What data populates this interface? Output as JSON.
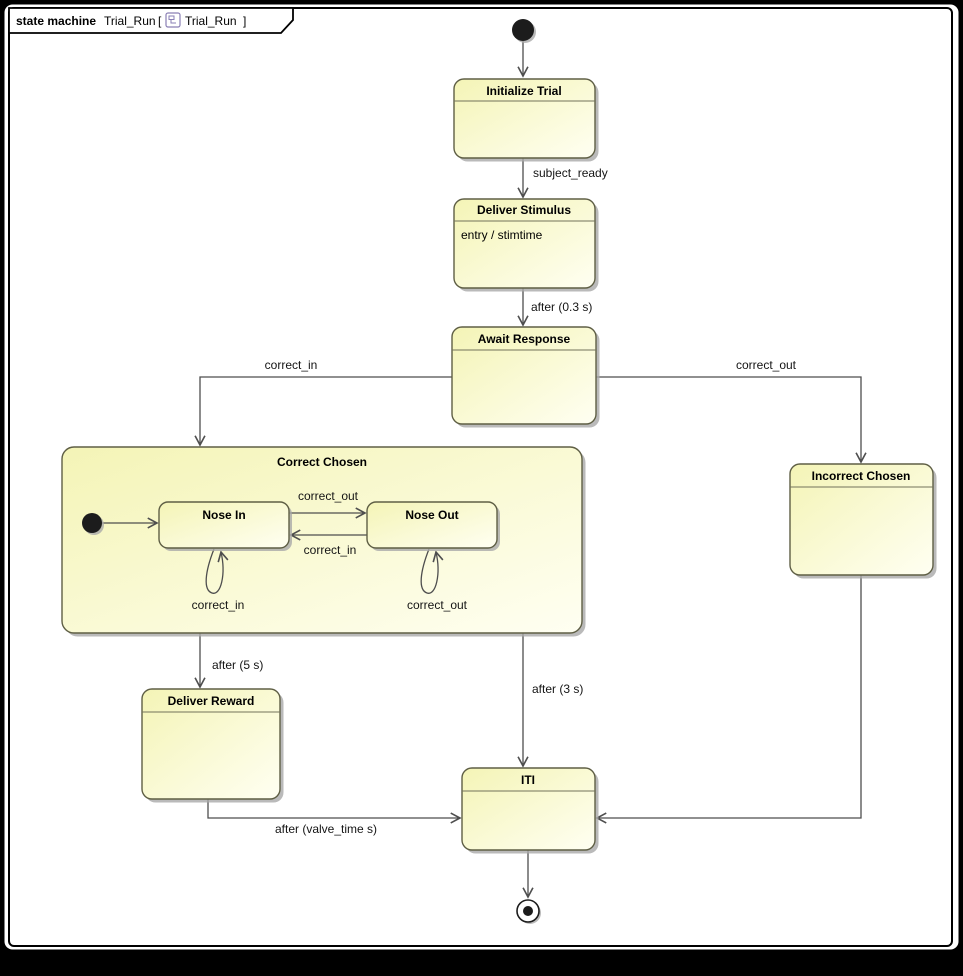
{
  "frame": {
    "keyword": "state machine",
    "name": "Trial_Run",
    "bracket_open": "[",
    "diagram_name": "Trial_Run",
    "bracket_close": "]"
  },
  "states": {
    "initialize_trial": {
      "title": "Initialize Trial"
    },
    "deliver_stimulus": {
      "title": "Deliver Stimulus",
      "entry_action": "entry / stimtime"
    },
    "await_response": {
      "title": "Await Response"
    },
    "correct_chosen": {
      "title": "Correct Chosen"
    },
    "nose_in": {
      "title": "Nose In"
    },
    "nose_out": {
      "title": "Nose Out"
    },
    "incorrect_chosen": {
      "title": "Incorrect Chosen"
    },
    "deliver_reward": {
      "title": "Deliver Reward"
    },
    "iti": {
      "title": "ITI"
    }
  },
  "transitions": {
    "subject_ready": {
      "label": "subject_ready"
    },
    "stim_done": {
      "label": "after (0.3 s)"
    },
    "correct_in": {
      "label": "correct_in"
    },
    "correct_out": {
      "label": "correct_out"
    },
    "nose_in_to_out": {
      "label": "correct_out"
    },
    "nose_out_to_in": {
      "label": "correct_in"
    },
    "nose_in_self": {
      "label": "correct_in"
    },
    "nose_out_self": {
      "label": "correct_out"
    },
    "reward_delay": {
      "label": "after (5 s)"
    },
    "iti_delay": {
      "label": "after (3 s)"
    },
    "valve_delay": {
      "label": "after (valve_time s)"
    }
  },
  "colors": {
    "state_fill_top": "#f5f5bb",
    "state_fill_bottom": "#fffff4",
    "state_border": "#5f5f45",
    "edge": "#4e4e4e",
    "shadow": "#a9a9a9",
    "frame": "#000000",
    "background": "#ffffff"
  }
}
